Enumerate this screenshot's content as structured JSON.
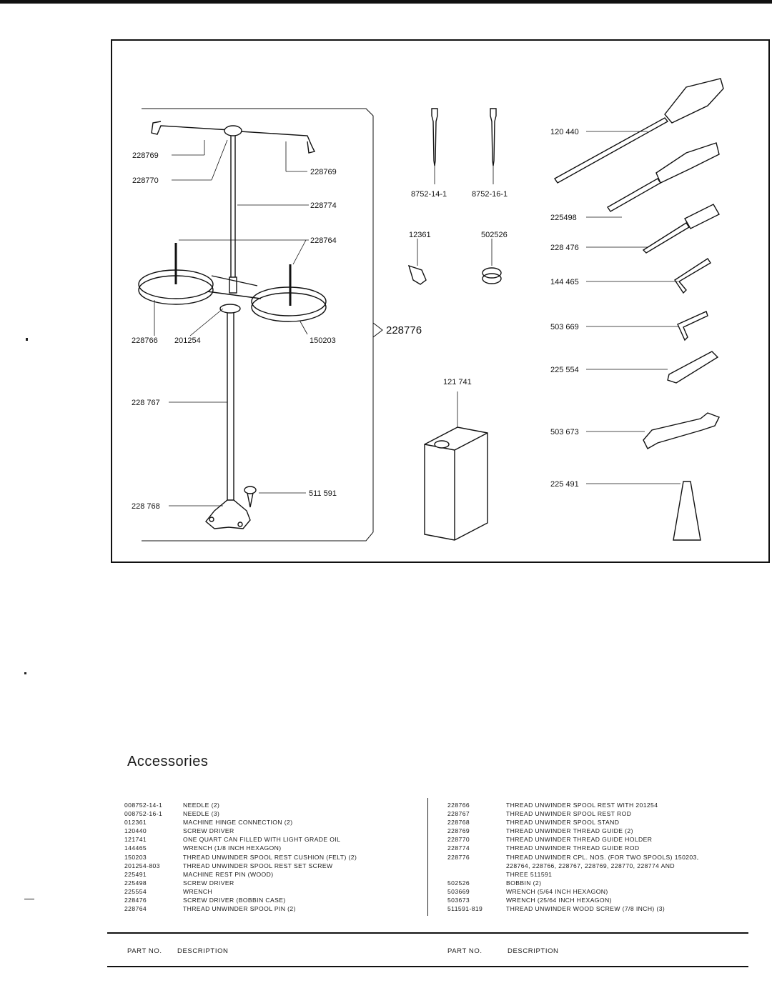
{
  "heading": "Accessories",
  "illustration": {
    "labels": {
      "l228769a": "228769",
      "l228770": "228770",
      "l228769b": "228769",
      "l228774": "228774",
      "l228764": "228764",
      "l228766": "228766",
      "l201254": "201254",
      "l150203": "150203",
      "l228776": "228776",
      "l228767": "228 767",
      "l511591": "511 591",
      "l228768": "228 768",
      "l8752_14": "8752-14-1",
      "l8752_16": "8752-16-1",
      "l12361": "12361",
      "l502526": "502526",
      "l121741": "121 741",
      "l120440": "120 440",
      "l225498": "225498",
      "l228476": "228 476",
      "l144465": "144 465",
      "l503669": "503 669",
      "l225554": "225 554",
      "l503673": "503 673",
      "l225491": "225 491"
    }
  },
  "parts_left": [
    {
      "part_no": "008752-14-1",
      "description": "NEEDLE (2)"
    },
    {
      "part_no": "008752-16-1",
      "description": "NEEDLE (3)"
    },
    {
      "part_no": "012361",
      "description": "MACHINE HINGE CONNECTION (2)"
    },
    {
      "part_no": "120440",
      "description": "SCREW DRIVER"
    },
    {
      "part_no": "121741",
      "description": "ONE QUART CAN FILLED WITH LIGHT GRADE OIL"
    },
    {
      "part_no": "144465",
      "description": "WRENCH (1/8 INCH HEXAGON)"
    },
    {
      "part_no": "150203",
      "description": "THREAD UNWINDER SPOOL REST CUSHION (FELT) (2)"
    },
    {
      "part_no": "201254-803",
      "description": "THREAD UNWINDER SPOOL REST SET SCREW"
    },
    {
      "part_no": "225491",
      "description": "MACHINE REST PIN (WOOD)"
    },
    {
      "part_no": "225498",
      "description": "SCREW DRIVER"
    },
    {
      "part_no": "225554",
      "description": "WRENCH"
    },
    {
      "part_no": "228476",
      "description": "SCREW DRIVER (BOBBIN CASE)"
    },
    {
      "part_no": "228764",
      "description": "THREAD UNWINDER SPOOL PIN (2)"
    }
  ],
  "parts_right": [
    {
      "part_no": "228766",
      "description": "THREAD UNWINDER SPOOL REST WITH 201254"
    },
    {
      "part_no": "228767",
      "description": "THREAD UNWINDER SPOOL REST ROD"
    },
    {
      "part_no": "228768",
      "description": "THREAD UNWINDER SPOOL STAND"
    },
    {
      "part_no": "228769",
      "description": "THREAD UNWINDER THREAD GUIDE (2)"
    },
    {
      "part_no": "228770",
      "description": "THREAD UNWINDER THREAD GUIDE HOLDER"
    },
    {
      "part_no": "228774",
      "description": "THREAD UNWINDER THREAD GUIDE ROD"
    },
    {
      "part_no": "228776",
      "description": "THREAD UNWINDER CPL. NOS. (FOR TWO SPOOLS) 150203,"
    },
    {
      "part_no": "",
      "description": "228764, 228766, 228767, 228769, 228770, 228774 AND"
    },
    {
      "part_no": "",
      "description": "THREE 511591"
    },
    {
      "part_no": "502526",
      "description": "BOBBIN (2)"
    },
    {
      "part_no": "503669",
      "description": "WRENCH (5/64 INCH HEXAGON)"
    },
    {
      "part_no": "503673",
      "description": "WRENCH (25/64 INCH HEXAGON)"
    },
    {
      "part_no": "511591-819",
      "description": "THREAD UNWINDER WOOD SCREW (7/8 INCH) (3)"
    }
  ],
  "footer": {
    "left_part_no": "PART NO.",
    "left_description": "DESCRIPTION",
    "right_part_no": "PART NO.",
    "right_description": "DESCRIPTION"
  }
}
